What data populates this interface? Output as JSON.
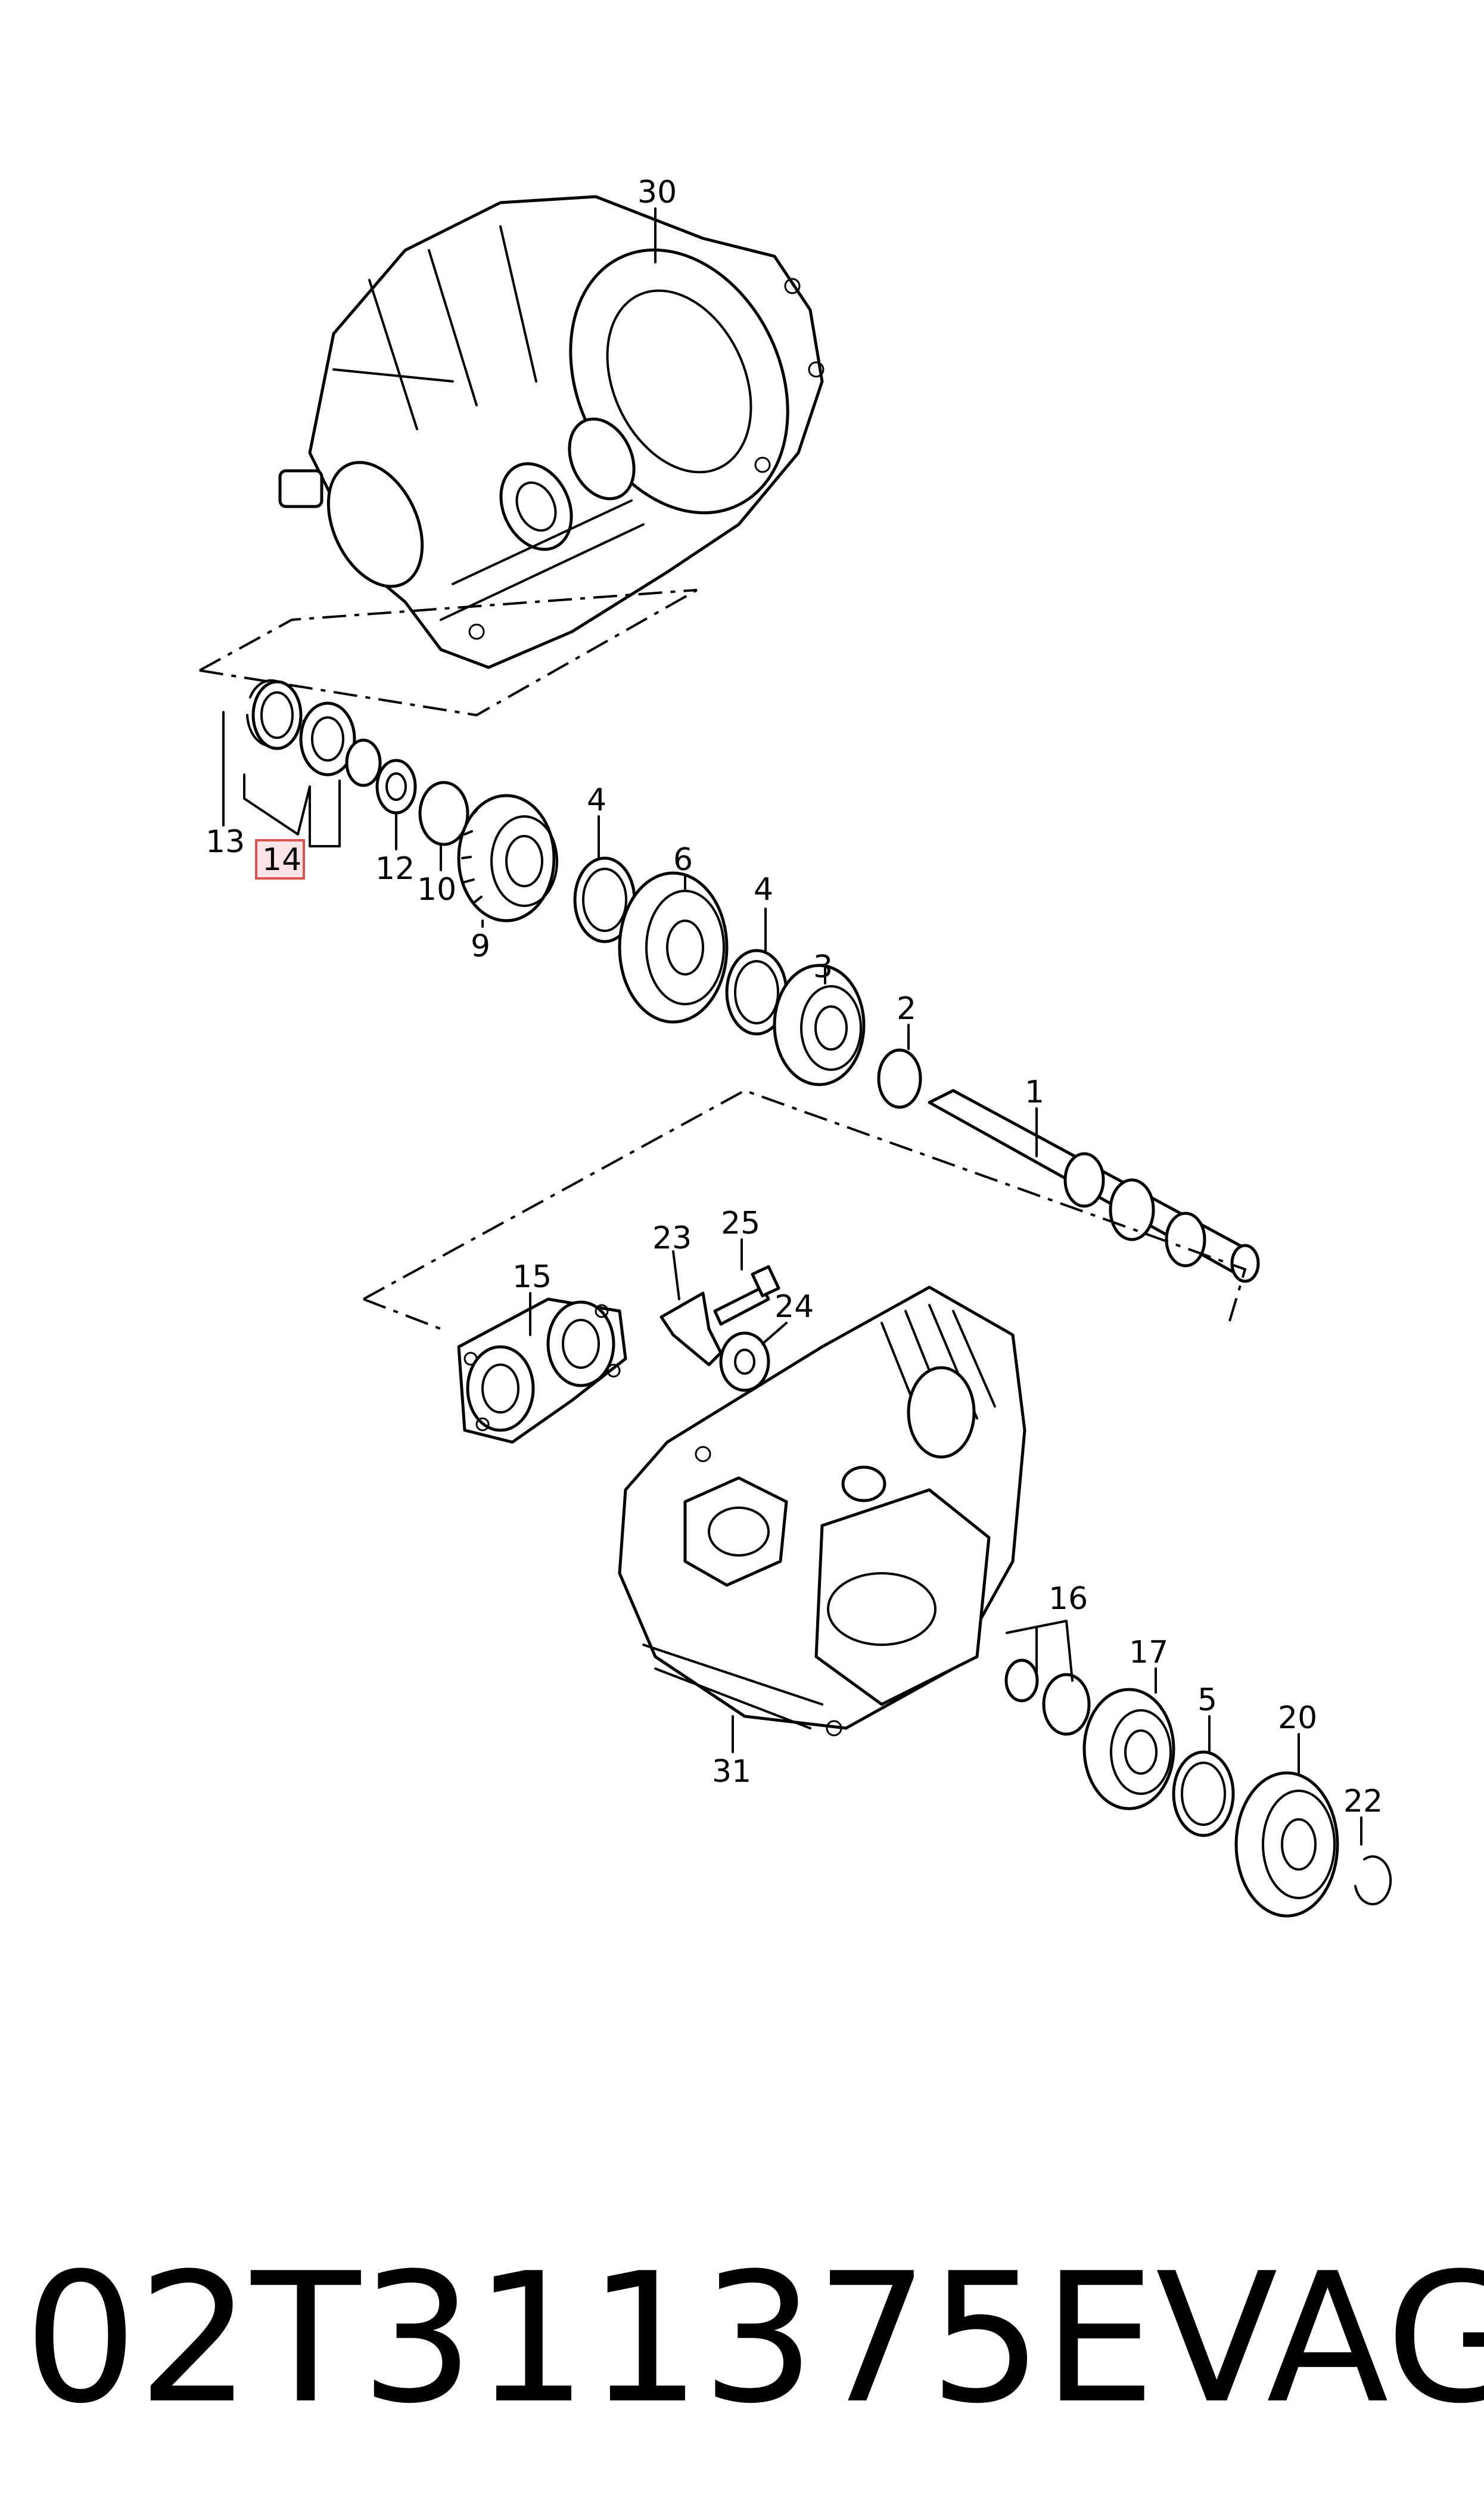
{
  "callouts": {
    "c1": "1",
    "c2": "2",
    "c3": "3",
    "c4a": "4",
    "c4b": "4",
    "c5": "5",
    "c6": "6",
    "c9": "9",
    "c10": "10",
    "c12": "12",
    "c13": "13",
    "c14": "14",
    "c15": "15",
    "c16": "16",
    "c17": "17",
    "c20": "20",
    "c22": "22",
    "c23": "23",
    "c24": "24",
    "c25": "25",
    "c30": "30",
    "c31": "31"
  },
  "highlight": {
    "part": "14",
    "color": "#d9534f"
  },
  "footer": {
    "part_number": "02T311375E",
    "brand": "VAG"
  }
}
